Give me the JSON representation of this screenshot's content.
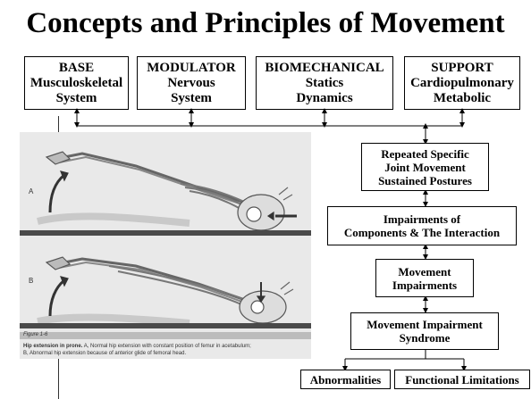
{
  "title": "Concepts and Principles of Movement",
  "top_boxes": [
    {
      "lines": [
        "BASE",
        "Musculoskeletal",
        "System"
      ]
    },
    {
      "lines": [
        "MODULATOR",
        "Nervous",
        "System"
      ]
    },
    {
      "lines": [
        "BIOMECHANICAL",
        "Statics",
        "Dynamics"
      ]
    },
    {
      "lines": [
        "SUPPORT",
        "Cardiopulmonary",
        "Metabolic"
      ]
    }
  ],
  "flow": {
    "repeated": [
      "Repeated Specific",
      "Joint Movement",
      "Sustained Postures"
    ],
    "impairments_components": [
      "Impairments of",
      "Components & The Interaction"
    ],
    "movement_impairments": [
      "Movement",
      "Impairments"
    ],
    "syndrome": [
      "Movement Impairment",
      "Syndrome"
    ],
    "abnormalities": "Abnormalities",
    "functional_limitations": "Functional Limitations"
  },
  "figure": {
    "label_a": "A",
    "label_b": "B",
    "figure_number": "Figure 1-6",
    "caption_title": "Hip extension in prone.",
    "caption_a": "A, Normal hip extension with constant position of femur in acetabulum;",
    "caption_b": "B, Abnormal hip extension because of anterior glide of femoral head."
  },
  "colors": {
    "background": "#ffffff",
    "border": "#000000",
    "figure_bg": "#e9e9e9"
  }
}
